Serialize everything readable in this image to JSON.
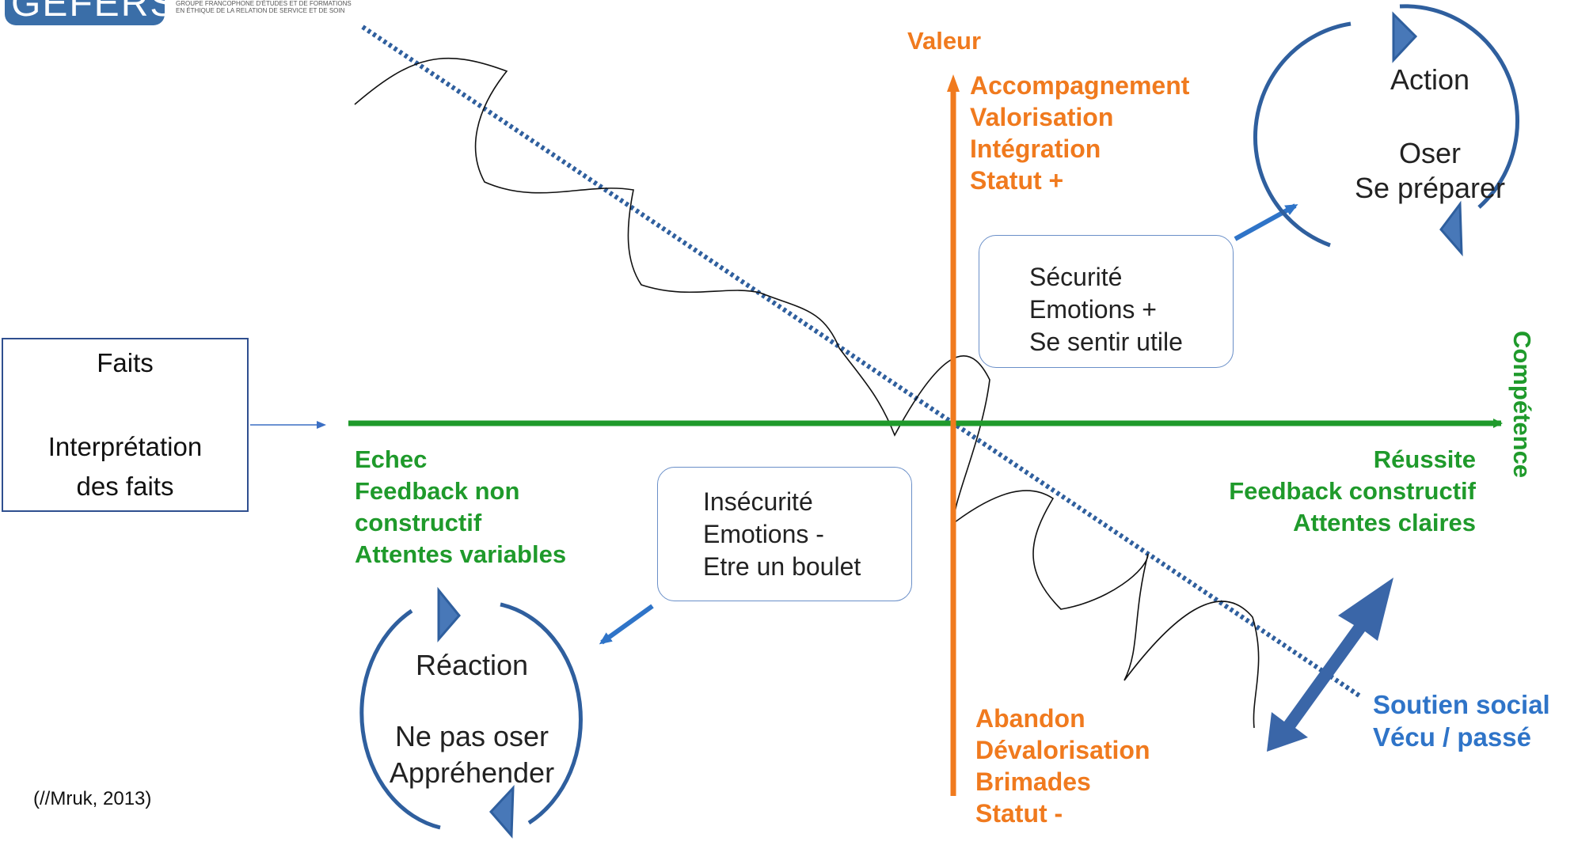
{
  "logo": {
    "text": "GEFERS",
    "subtitle_line1": "Groupe francophone d'études et de formations",
    "subtitle_line2": "en éthique de la relation de service et de soin"
  },
  "faits_box": {
    "title": "Faits",
    "subtitle_line1": "Interprétation",
    "subtitle_line2": "des faits"
  },
  "axes": {
    "vertical_label": "Valeur",
    "horizontal_label": "Compétence",
    "diagonal_label_line1": "Soutien social",
    "diagonal_label_line2": "Vécu / passé"
  },
  "top_labels": [
    "Accompagnement",
    "Valorisation",
    "Intégration",
    "Statut +"
  ],
  "bottom_labels": [
    "Abandon",
    "Dévalorisation",
    "Brimades",
    "Statut -"
  ],
  "left_labels": [
    "Echec",
    "Feedback non",
    "constructif",
    "Attentes variables"
  ],
  "right_labels": [
    "Réussite",
    "Feedback constructif",
    "Attentes claires"
  ],
  "securite_box": [
    "Sécurité",
    "Emotions +",
    "Se sentir utile"
  ],
  "insecurite_box": [
    "Insécurité",
    "Emotions -",
    "Etre un boulet"
  ],
  "action_cycle": {
    "title": "Action",
    "line1": "Oser",
    "line2": "Se préparer"
  },
  "reaction_cycle": {
    "title": "Réaction",
    "line1": "Ne pas oser",
    "line2": "Appréhender"
  },
  "citation": "(//Mruk, 2013)",
  "colors": {
    "orange": "#f07a1e",
    "green": "#1f9a2b",
    "blue": "#2f74c8",
    "dark_blue": "#2f5f9e",
    "logo_blue": "#3a6ea8"
  }
}
